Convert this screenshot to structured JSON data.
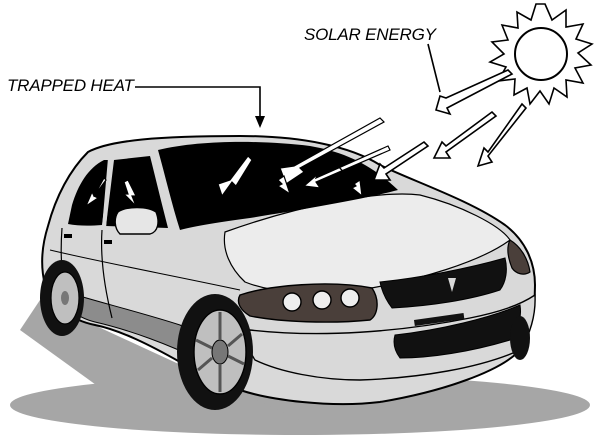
{
  "labels": {
    "trapped_heat": "TRAPPED HEAT",
    "solar_energy": "SOLAR ENERGY"
  },
  "colors": {
    "line": "#000000",
    "windows": "#000000",
    "car_body": "#d9d9d9",
    "car_shadow": "#8c8c8c",
    "ground_shadow": "#a6a6a6",
    "tires": "#111111",
    "headlight_housing": "#4a3f3a"
  },
  "icons": {
    "sun": "sun-icon",
    "car": "car-illustration"
  }
}
